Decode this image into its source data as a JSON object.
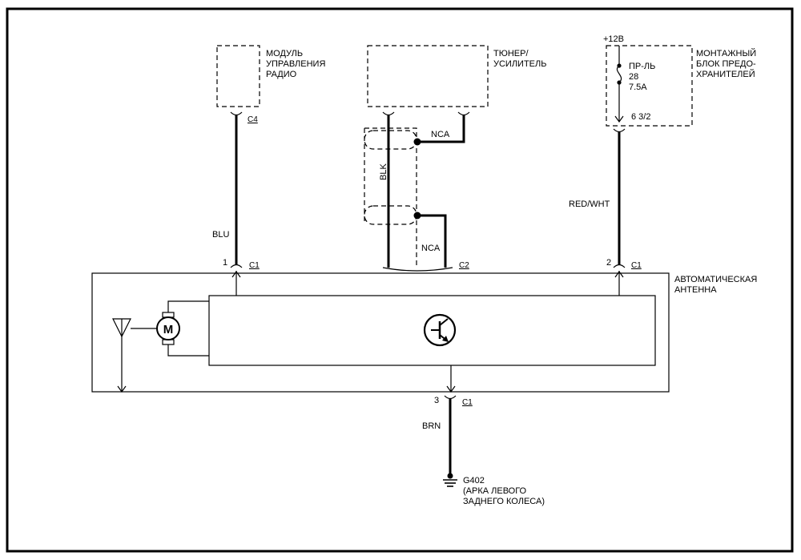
{
  "radio_module": {
    "lines": [
      "МОДУЛЬ",
      "УПРАВЛЕНИЯ",
      "РАДИО"
    ],
    "connector": "C4"
  },
  "tuner": {
    "lines": [
      "ТЮНЕР/",
      "УСИЛИТЕЛЬ"
    ]
  },
  "fuse_block": {
    "voltage": "+12В",
    "lines": [
      "МОНТАЖНЫЙ",
      "БЛОК ПРЕДО-",
      "ХРАНИТЕЛЕЙ"
    ],
    "fuse_name": "ПР-ЛЬ",
    "fuse_number": "28",
    "fuse_rating": "7.5А",
    "pin": "6 3/2"
  },
  "wires": {
    "blu": "BLU",
    "blk": "BLK",
    "nca_top": "NCA",
    "nca_bottom": "NCA",
    "red_wht": "RED/WHT",
    "brn": "BRN"
  },
  "antenna": {
    "lines": [
      "АВТОМАТИЧЕСКАЯ",
      "АНТЕННА"
    ],
    "motor_symbol": "M",
    "pin1": "1",
    "pin1_conn": "C1",
    "conn_c2": "C2",
    "pin2": "2",
    "pin2_conn": "C1",
    "pin3": "3",
    "pin3_conn": "C1"
  },
  "ground": {
    "lines": [
      "G402",
      "(АРКА ЛЕВОГО",
      "ЗАДНЕГО КОЛЕСА)"
    ]
  },
  "icons": [
    "motor-icon",
    "transistor-icon",
    "antenna-icon",
    "ground-icon",
    "fuse-icon"
  ]
}
